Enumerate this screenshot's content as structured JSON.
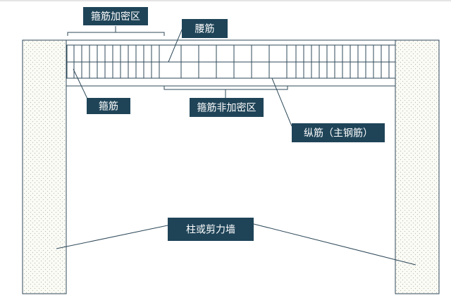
{
  "labels": {
    "stirrup_dense_zone": "箍筋加密区",
    "waist_bar": "腰筋",
    "stirrup": "箍筋",
    "stirrup_non_dense_zone": "箍筋非加密区",
    "longitudinal_bar": "纵筋（主钢筋）",
    "column_or_shear_wall": "柱或剪力墙"
  },
  "colors": {
    "label_bg": "#1f4458",
    "label_text": "#ffffff",
    "line": "#2f4a5a",
    "column_fill": "#fbfbf6",
    "column_dot": "#b9b9ad"
  }
}
